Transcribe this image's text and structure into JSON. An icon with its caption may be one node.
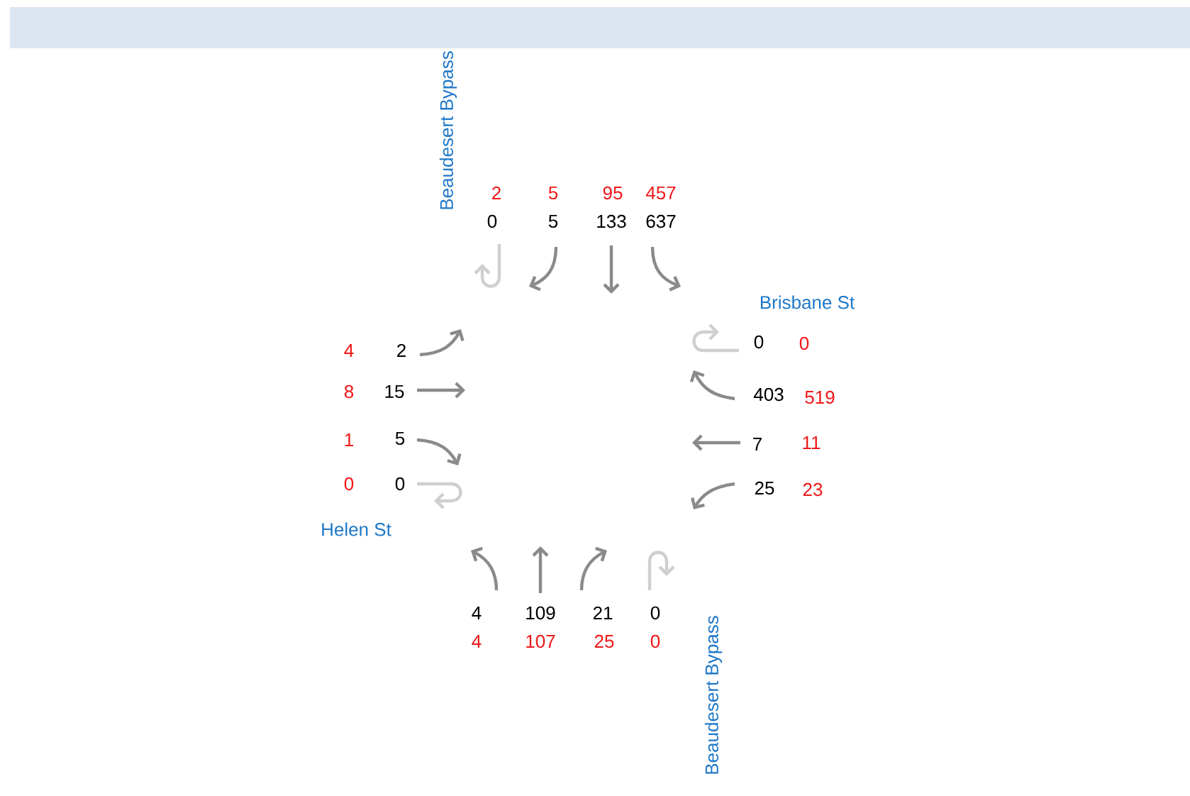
{
  "diagram": {
    "labels": [
      "Beaudesert Bypass",
      "2",
      "5",
      "95",
      "457",
      "0",
      "5",
      "133",
      "637",
      "Brisbane St",
      "4",
      "2",
      "0",
      "0",
      "8",
      "15",
      "403",
      "519",
      "1",
      "5",
      "7",
      "11",
      "0",
      "0",
      "25",
      "23",
      "Helen St",
      "4",
      "109",
      "21",
      "0",
      "4",
      "107",
      "25",
      "0",
      "Beaudesert Bypass"
    ]
  }
}
